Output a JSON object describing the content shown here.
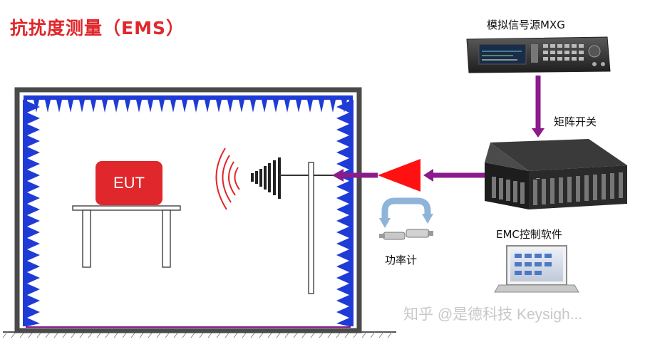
{
  "title": "抗扰度测量（EMS）",
  "labels": {
    "signal_generator": "模拟信号源MXG",
    "matrix_switch": "矩阵开关",
    "emc_software": "EMC控制软件",
    "power_meter": "功率计",
    "eut": "EUT"
  },
  "watermark": "知乎 @是德科技 Keysigh...",
  "colors": {
    "title": "#e0272b",
    "absorber": "#1f3bd6",
    "signal_path": "#8b1a8c",
    "amplifier": "#ff0000",
    "eut": "#e0272b",
    "loop_arrow": "#8fb4d9"
  },
  "icons": [
    "signal-generator-icon",
    "matrix-switch-icon",
    "amplifier-icon",
    "antenna-icon",
    "power-sensor-icon",
    "laptop-icon",
    "loop-arrow-icon"
  ]
}
